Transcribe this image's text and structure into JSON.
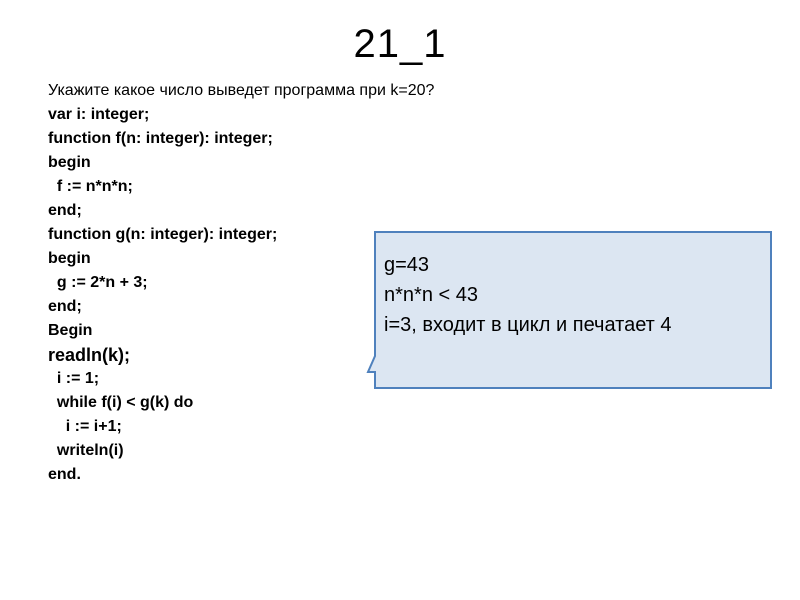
{
  "slide": {
    "title": "21_1"
  },
  "task": {
    "question": "Укажите какое число выведет программа при k=20?",
    "code_lines": [
      "var i: integer;",
      "function f(n: integer): integer;",
      "begin",
      "  f := n*n*n;",
      "end;",
      "function g(n: integer): integer;",
      "begin",
      "  g := 2*n + 3;",
      "end;",
      "Begin",
      "readln(k);",
      "  i := 1;",
      "  while f(i) < g(k) do",
      "    i := i+1;",
      "  writeln(i)",
      "end."
    ]
  },
  "callout": {
    "lines": [
      "g=43",
      "n*n*n < 43",
      "i=3, входит в цикл и печатает 4"
    ],
    "fill_color": "#dce6f2",
    "border_color": "#4f81bd"
  }
}
